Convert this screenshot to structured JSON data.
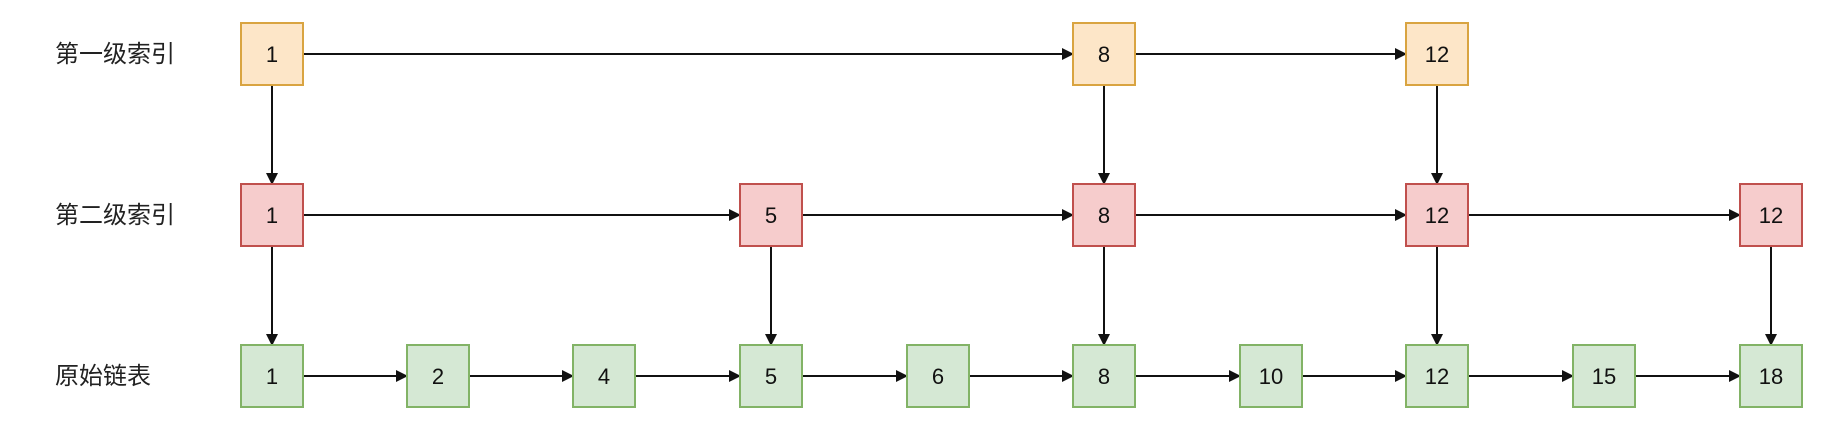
{
  "levels": [
    {
      "label": "第一级索引",
      "fill": "#fde6c8",
      "stroke": "#d9a441",
      "nodes": [
        {
          "value": "1",
          "col": 0
        },
        {
          "value": "8",
          "col": 5
        },
        {
          "value": "12",
          "col": 7
        }
      ]
    },
    {
      "label": "第二级索引",
      "fill": "#f6cccc",
      "stroke": "#c0504d",
      "nodes": [
        {
          "value": "1",
          "col": 0
        },
        {
          "value": "5",
          "col": 3
        },
        {
          "value": "8",
          "col": 5
        },
        {
          "value": "12",
          "col": 7
        },
        {
          "value": "12",
          "col": 9
        }
      ]
    },
    {
      "label": "原始链表",
      "fill": "#d5e8d4",
      "stroke": "#82b366",
      "nodes": [
        {
          "value": "1",
          "col": 0
        },
        {
          "value": "2",
          "col": 1
        },
        {
          "value": "4",
          "col": 2
        },
        {
          "value": "5",
          "col": 3
        },
        {
          "value": "6",
          "col": 4
        },
        {
          "value": "8",
          "col": 5
        },
        {
          "value": "10",
          "col": 6
        },
        {
          "value": "12",
          "col": 7
        },
        {
          "value": "15",
          "col": 8
        },
        {
          "value": "18",
          "col": 9
        }
      ]
    }
  ]
}
